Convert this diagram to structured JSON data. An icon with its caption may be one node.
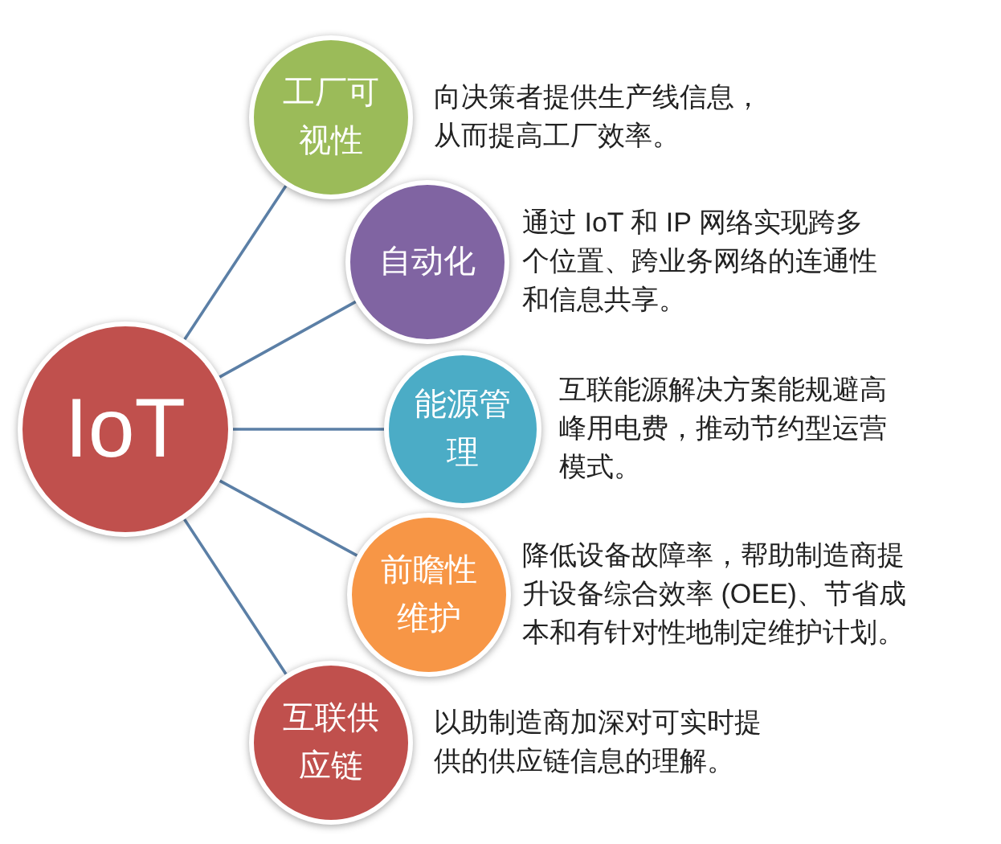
{
  "diagram": {
    "nodes": [
      {
        "text": [
          "IoT"
        ]
      },
      {
        "text": [
          "工厂可视性"
        ],
        "beside": [
          "向决策者提供生产线信息，从而提高工厂效率。"
        ]
      },
      {
        "text": [
          "自动化"
        ],
        "beside": [
          "通过 IoT 和 IP 网络实现跨多个位置、跨业务网络的连通性和信息共享。"
        ]
      },
      {
        "text": [
          "能源管理"
        ],
        "beside": [
          "互联能源解决方案能规避高峰用电费，推动节约型运营模式。"
        ]
      },
      {
        "text": [
          "前瞻性维护"
        ],
        "beside": [
          "降低设备故障率，帮助制造商提升设备综合效率 (OEE)、节省成本和有针对性地制定维护计划。"
        ]
      },
      {
        "text": [
          "互联供应链"
        ],
        "beside": [
          "以助制造商加深对可实时提供的供应链信息的理解。"
        ]
      }
    ],
    "edges": [
      {
        "from": 0,
        "to": 1,
        "arrow": "none"
      },
      {
        "from": 0,
        "to": 2,
        "arrow": "none"
      },
      {
        "from": 0,
        "to": 3,
        "arrow": "none"
      },
      {
        "from": 0,
        "to": 4,
        "arrow": "none"
      },
      {
        "from": 0,
        "to": 5,
        "arrow": "none"
      }
    ]
  }
}
